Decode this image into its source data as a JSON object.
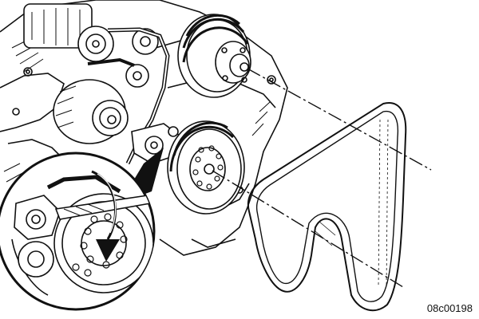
{
  "figure": {
    "id_label": "08c00198",
    "parts": [
      "engine-block",
      "fan-pulley",
      "alternator",
      "compressor",
      "idler-pulley",
      "belt-tensioner",
      "crankshaft-damper",
      "drive-belt",
      "tensioner-detail-callout",
      "rotation-arrow"
    ]
  }
}
